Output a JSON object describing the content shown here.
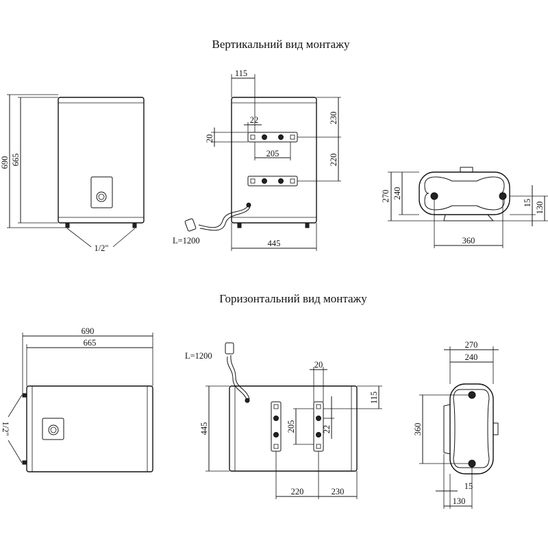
{
  "titles": {
    "vertical": "Вертикальний вид монтажу",
    "horizontal": "Горизонтальний вид монтажу"
  },
  "vertical": {
    "front": {
      "height_total": "690",
      "height_body": "665",
      "pipe": "1/2\""
    },
    "back": {
      "d115": "115",
      "d22": "22",
      "d20": "20",
      "d205": "205",
      "d230": "230",
      "d220": "220",
      "cable": "L=1200",
      "width": "445"
    },
    "side": {
      "d270": "270",
      "d240": "240",
      "d15": "15",
      "d130": "130",
      "d360": "360"
    }
  },
  "horizontal": {
    "front": {
      "length_total": "690",
      "length_body": "665",
      "pipe": "1/2\""
    },
    "back": {
      "cable": "L=1200",
      "d20": "20",
      "d115": "115",
      "d205": "205",
      "d22": "22",
      "height": "445",
      "d220": "220",
      "d230": "230"
    },
    "side": {
      "d270": "270",
      "d240": "240",
      "d360": "360",
      "d15": "15",
      "d130": "130"
    }
  }
}
